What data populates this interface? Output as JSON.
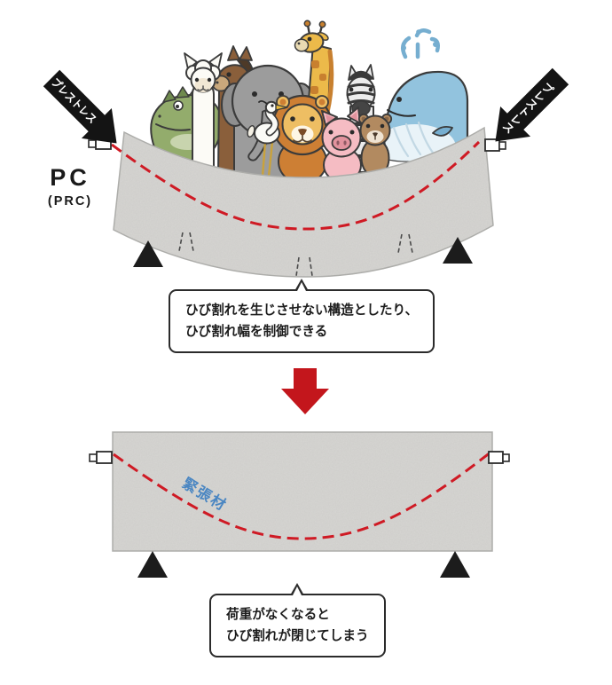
{
  "top": {
    "prestress_left": "プレストレス",
    "prestress_right": "プレストレス",
    "label_main": "PC",
    "label_sub": "(PRC)",
    "callout_line1": "ひび割れを生じさせない構造としたり、",
    "callout_line2": "ひび割れ幅を制御できる"
  },
  "bottom": {
    "tendon_label": "緊張材",
    "callout_line1": "荷重がなくなると",
    "callout_line2": "ひび割れが閉じてしまう"
  },
  "animals": [
    "crocodile",
    "alpaca",
    "horse",
    "elephant",
    "egret",
    "giraffe",
    "lion",
    "pig",
    "zebra",
    "otter",
    "whale"
  ],
  "colors": {
    "beam": "#d7d6d3",
    "beam_edge": "#aeaeab",
    "tendon": "#cf1a24",
    "down_arrow": "#c3161c",
    "prestress_arrow": "#141414",
    "tendon_label": "#4a86c2",
    "support": "#1c1c1c"
  }
}
